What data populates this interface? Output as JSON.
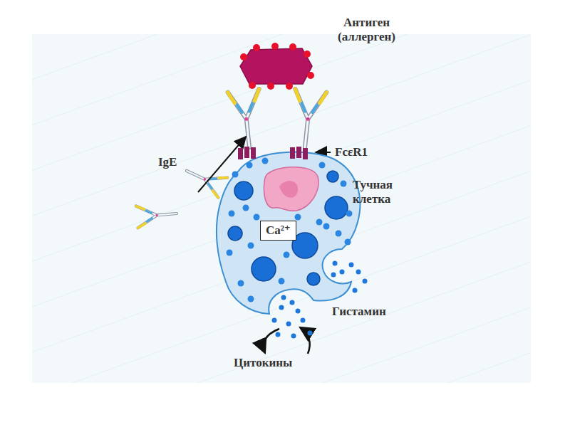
{
  "diagram": {
    "nodes": [
      {
        "text": [
          "Тучная клетка"
        ]
      },
      {
        "text": [
          "Ca²⁺"
        ],
        "in": 0
      }
    ],
    "labels": [
      "Антиген (аллерген)",
      "IgE",
      "FcεR1",
      "Гистамин",
      "Цитокины"
    ]
  }
}
